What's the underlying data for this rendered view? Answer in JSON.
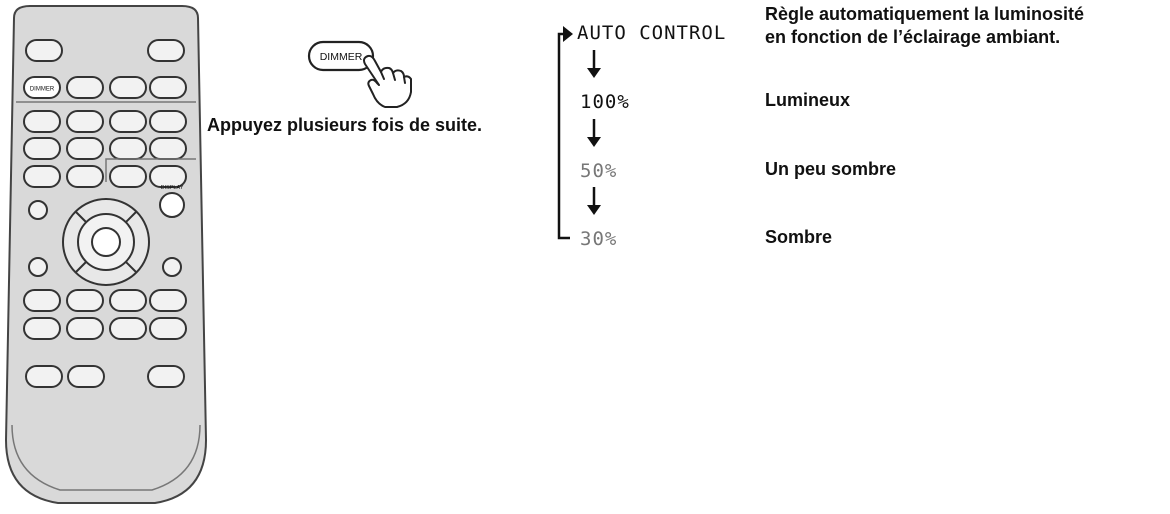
{
  "remote": {
    "dimmer_key_label": "DIMMER",
    "display_key_label": "DISPLAY"
  },
  "callout": {
    "button_label": "DIMMER",
    "instruction": "Appuyez plusieurs fois de suite."
  },
  "sequence": [
    {
      "display": "AUTO CONTROL",
      "description_lines": [
        "Règle automatiquement la luminosité",
        "en fonction de l’éclairage ambiant."
      ]
    },
    {
      "display": "100%",
      "description": "Lumineux"
    },
    {
      "display": "50%",
      "description": "Un peu sombre"
    },
    {
      "display": "30%",
      "description": "Sombre"
    }
  ]
}
